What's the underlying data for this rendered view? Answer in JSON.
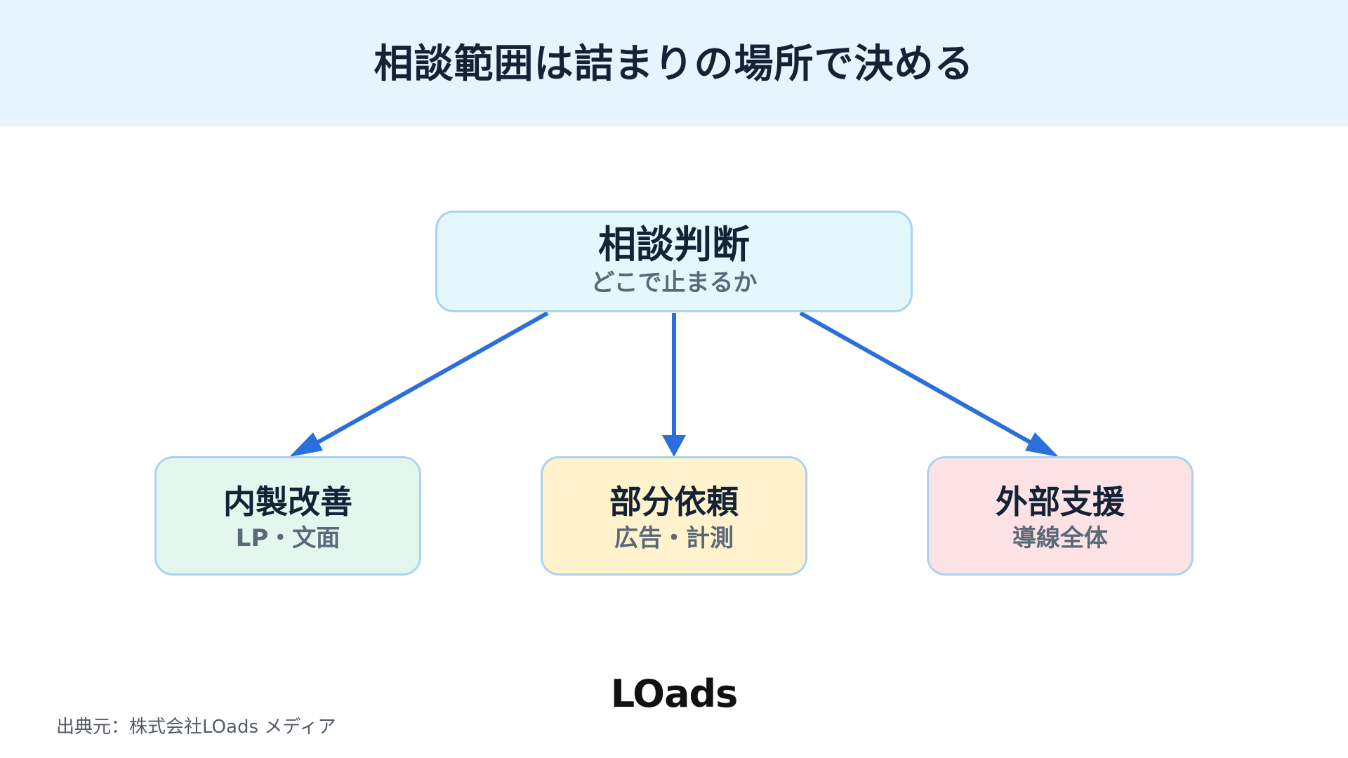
{
  "header": {
    "title": "相談範囲は詰まりの場所で決める",
    "background": "#e6f4fe"
  },
  "diagram": {
    "root": {
      "label": "相談判断",
      "sublabel": "どこで止まるか",
      "color": "#e4f7fd"
    },
    "children": [
      {
        "label": "内製改善",
        "sublabel": "LP・文面",
        "color": "#e3f7ef"
      },
      {
        "label": "部分依頼",
        "sublabel": "広告・計測",
        "color": "#fff2cd"
      },
      {
        "label": "外部支援",
        "sublabel": "導線全体",
        "color": "#fde2e5"
      }
    ],
    "connector_color": "#2a6fdb",
    "border_color": "#a9d3ee"
  },
  "footer": {
    "logo": "LOads",
    "source": "出典元：株式会社LOads メディア"
  }
}
